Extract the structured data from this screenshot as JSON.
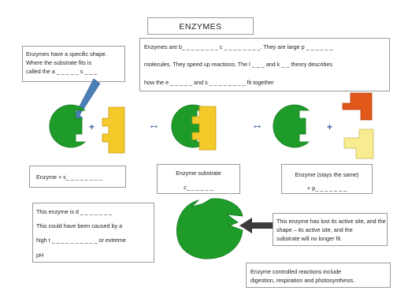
{
  "title": "ENZYMES",
  "main_text": {
    "line1": "Enzymes are b_ _ _ _ _ _ _ _ c _ _ _ _ _ _ _ _.  They are large p _ _ _ _ _ _",
    "line2": "molecules. They speed up reactions. The l _ _ _ and k _ _ theory describes",
    "line3": "how the e _ _ _ _ _ and s _ _ _ _ _ _ _ _ fit together"
  },
  "shape_text": {
    "line1": "Enzymes have a specific shape.",
    "line2": "Where the substrate fits is",
    "line3": "called the a _ _ _ _ _  s _ _ _"
  },
  "symbols": {
    "plus": "+",
    "equilibrium": "↔"
  },
  "enzyme_substrate_text": "Enzyme + s_ _ _ _ _ _ _ _",
  "complex_text": {
    "line1": "Enzyme substrate",
    "line2": "c_ _ _ _ _ _"
  },
  "product_text": {
    "line1": "Enzyme (stays the same)",
    "line2": "+ p_ _ _ _ _ _ _"
  },
  "denatured_text": {
    "line1": "This enzyme is d _ _ _ _ _ _ _",
    "line2": "This could have been caused by a",
    "line3": "high t _ _ _ _ _ _ _ _ _ _ or extreme",
    "line4": "pH"
  },
  "lost_text": {
    "line1": "This enzyme has lost its active site, and the",
    "line2": "shape – its active site, and the",
    "line3": "substrate will no longer fit."
  },
  "reactions_text": {
    "line1": "Enzyme controlled reactions include",
    "line2": "digestion, respiration and photosynthesis."
  },
  "colors": {
    "enzyme_green": "#1f9b2a",
    "substrate_yellow": "#f4c92a",
    "product_orange": "#e2571a",
    "product_light_yellow": "#f8ec90",
    "arrow_blue": "#4a7fb8"
  }
}
